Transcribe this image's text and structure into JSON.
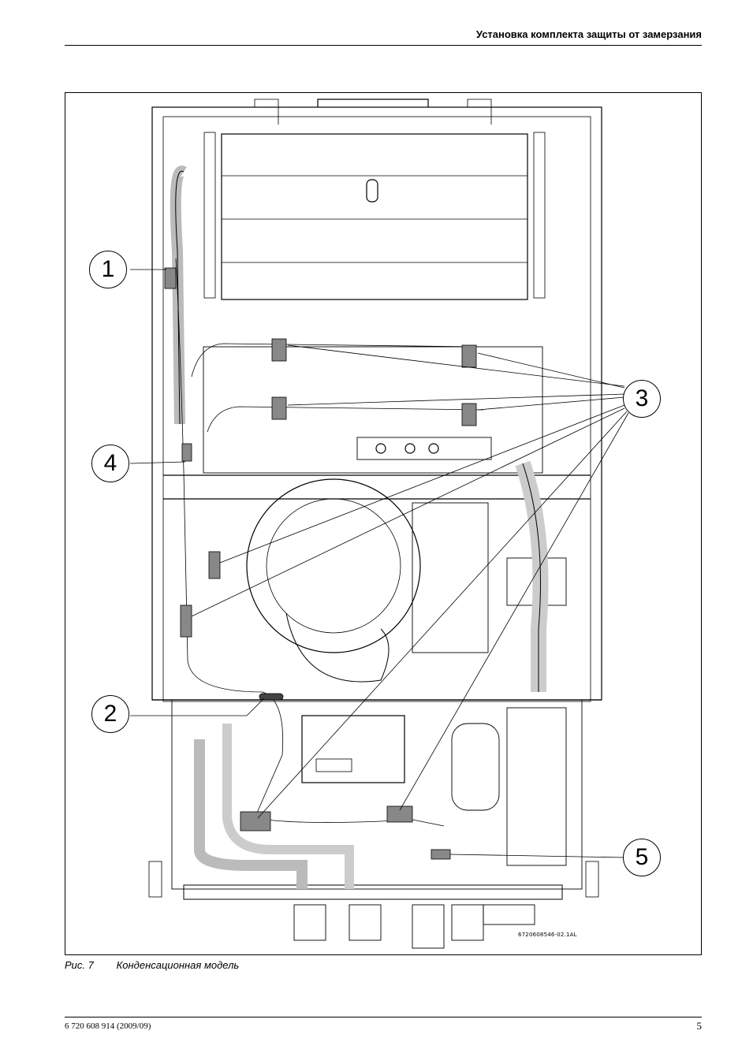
{
  "header": {
    "title": "Установка комплекта защиты от замерзания"
  },
  "figure": {
    "callouts": [
      "1",
      "2",
      "3",
      "4",
      "5"
    ],
    "drawing_code": "6720608546-02.1AL",
    "caption_number": "Рис. 7",
    "caption_text": "Конденсационная модель"
  },
  "footer": {
    "doc_id": "6 720 608 914 (2009/09)",
    "page_number": "5"
  }
}
